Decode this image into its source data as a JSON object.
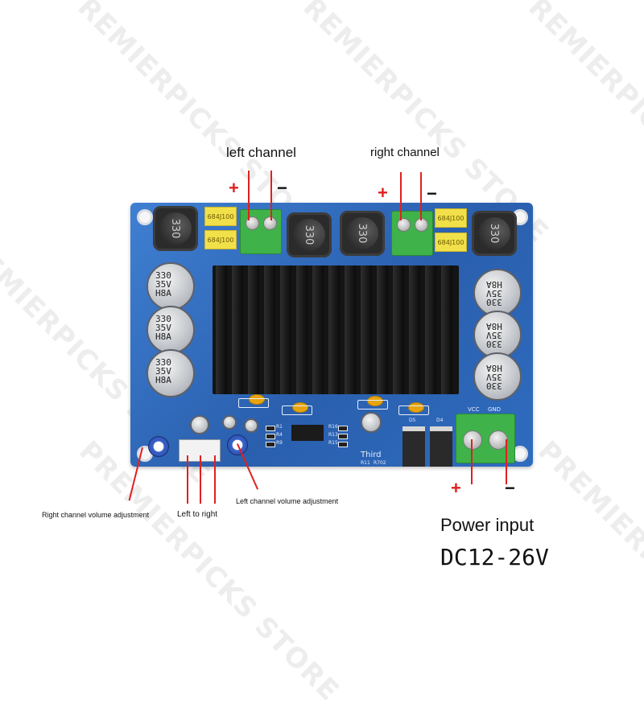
{
  "watermark": {
    "text": "PREMIERPICKS STORE"
  },
  "annotations": {
    "left_channel": "left channel",
    "right_channel": "right channel",
    "right_channel_volume": "Right channel volume adjustment",
    "left_to_right": "Left to right",
    "left_channel_volume": "Left channel volume adjustment",
    "power_input": "Power input",
    "voltage": "DC12-26V",
    "plus": "+",
    "minus": "−"
  },
  "board": {
    "inductor_marking": "330",
    "film_cap_marking": "684J100",
    "electrolytic_marking": "330\n35V\nH8A",
    "terminal_vcc": "VCC",
    "terminal_gnd": "GND",
    "diode_d5": "D5",
    "diode_d4": "D4",
    "silk_third": "Third",
    "r11": "R11",
    "r702": "R702",
    "r16": "R16",
    "r13": "R13",
    "r15": "R15",
    "r1": "R1",
    "r4": "R4",
    "r9": "R9"
  },
  "colors": {
    "board": "#2f6cbf",
    "lead_line": "#e02020",
    "terminal_green": "#3fb24a",
    "film_cap_yellow": "#f2e04a"
  }
}
